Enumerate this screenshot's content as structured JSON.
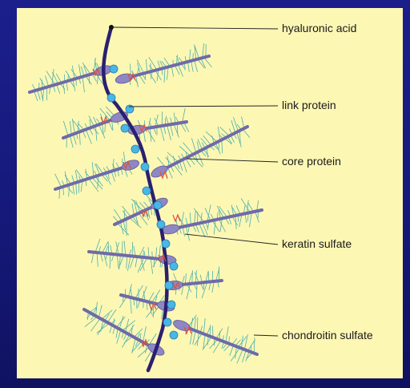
{
  "labels": {
    "hyaluronic_acid": "hyaluronic acid",
    "link_protein": "link protein",
    "core_protein": "core protein",
    "keratin_sulfate": "keratin sulfate",
    "chondroitin_sulfate": "chondroitin sulfate"
  },
  "colors": {
    "background": "#16197a",
    "panel": "#fdf7b4",
    "backbone": "#2a2070",
    "core_protein": "#6f6aa8",
    "link_protein": "#48b6e6",
    "bristles": "#38a7a8",
    "keratin_sulfate": "#e0503a",
    "leader": "#222222"
  }
}
